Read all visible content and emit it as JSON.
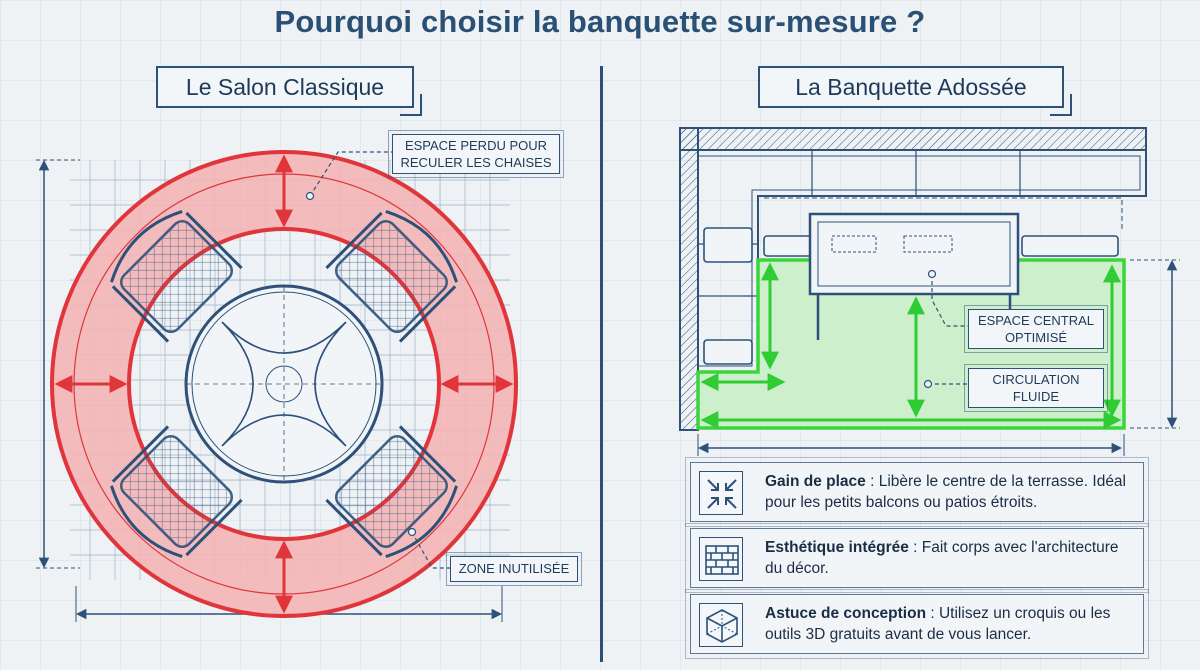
{
  "title": "Pourquoi choisir la banquette sur-mesure ?",
  "left": {
    "title": "Le Salon Classique",
    "callout_lost_line1": "ESPACE PERDU POUR",
    "callout_lost_line2": "RECULER LES CHAISES",
    "callout_unused": "ZONE INUTILISÉE"
  },
  "right": {
    "title": "La Banquette Adossée",
    "callout_central_line1": "ESPACE CENTRAL",
    "callout_central_line2": "OPTIMISÉ",
    "callout_circulation_line1": "CIRCULATION",
    "callout_circulation_line2": "FLUIDE"
  },
  "features": [
    {
      "icon": "compress-arrows-icon",
      "title": "Gain de place",
      "text": " : Libère le centre de la terrasse. Idéal pour les petits balcons ou patios étroits."
    },
    {
      "icon": "brick-wall-icon",
      "title": "Esthétique intégrée",
      "text": " : Fait corps avec l'architecture du décor."
    },
    {
      "icon": "3d-cube-icon",
      "title": "Astuce de conception",
      "text": " : Utilisez un croquis ou les outils 3D gratuits avant de vous lancer."
    }
  ],
  "colors": {
    "blueprint": "#2d5179",
    "waste_red": "#e0353b",
    "waste_fill": "#f3b5b5",
    "optimized_green": "#38d63a",
    "optimized_fill": "#c8efc4"
  }
}
